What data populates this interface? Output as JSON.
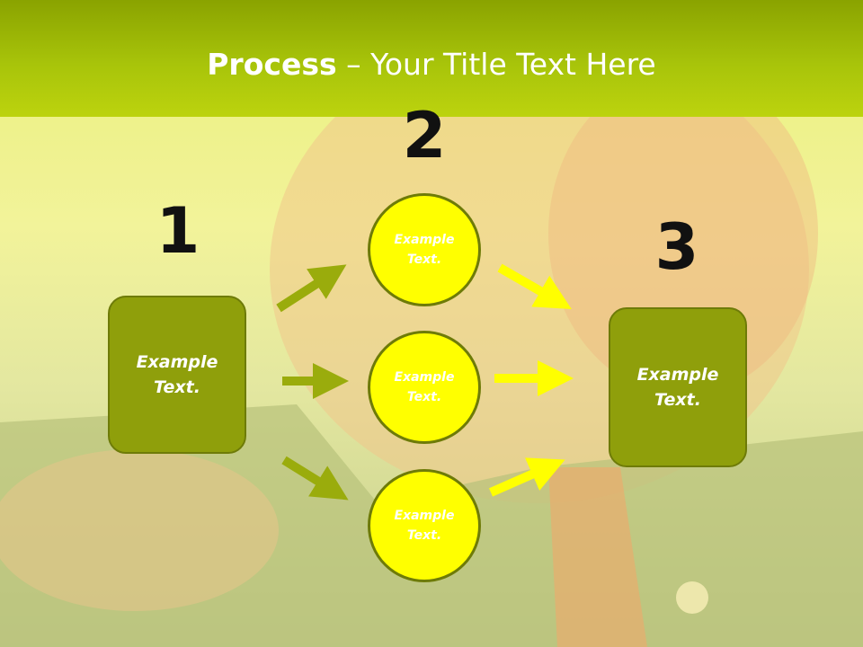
{
  "title": {
    "bold": "Process",
    "rest": " – Your Title Text Here"
  },
  "steps": {
    "one": "1",
    "two": "2",
    "three": "3"
  },
  "boxes": {
    "left": "Example\nText.",
    "right": "Example\nText."
  },
  "circles": [
    "Example\nText.",
    "Example\nText.",
    "Example\nText."
  ],
  "colors": {
    "title_bar": "#a8c40a",
    "box_fill": "#8f9f0b",
    "circle_fill": "#ffff00",
    "arrow_left": "#9aac0c",
    "arrow_right": "#ffff00",
    "outline": "#6e7b08"
  }
}
